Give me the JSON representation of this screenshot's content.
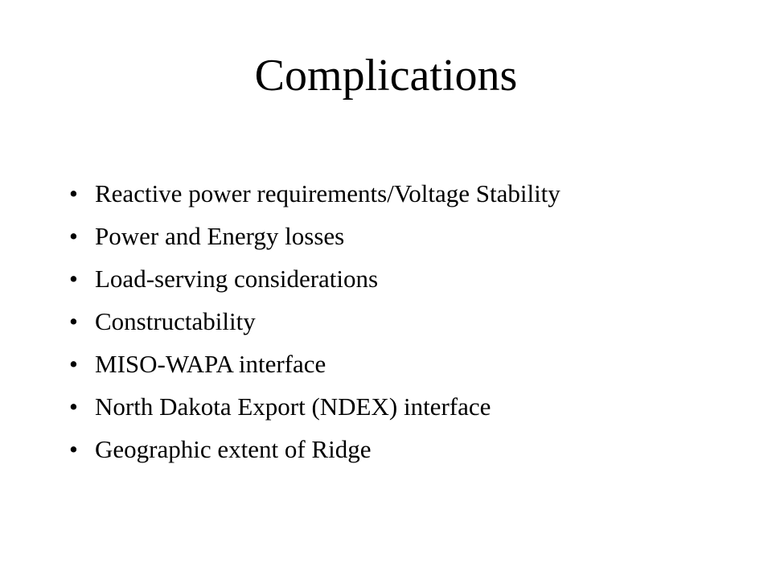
{
  "slide": {
    "title": "Complications",
    "bullet_glyph": "•",
    "bullets": [
      "Reactive power requirements/Voltage Stability",
      "Power and Energy losses",
      "Load-serving considerations",
      "Constructability",
      "MISO-WAPA interface",
      "North Dakota Export (NDEX) interface",
      "Geographic extent of Ridge"
    ]
  }
}
